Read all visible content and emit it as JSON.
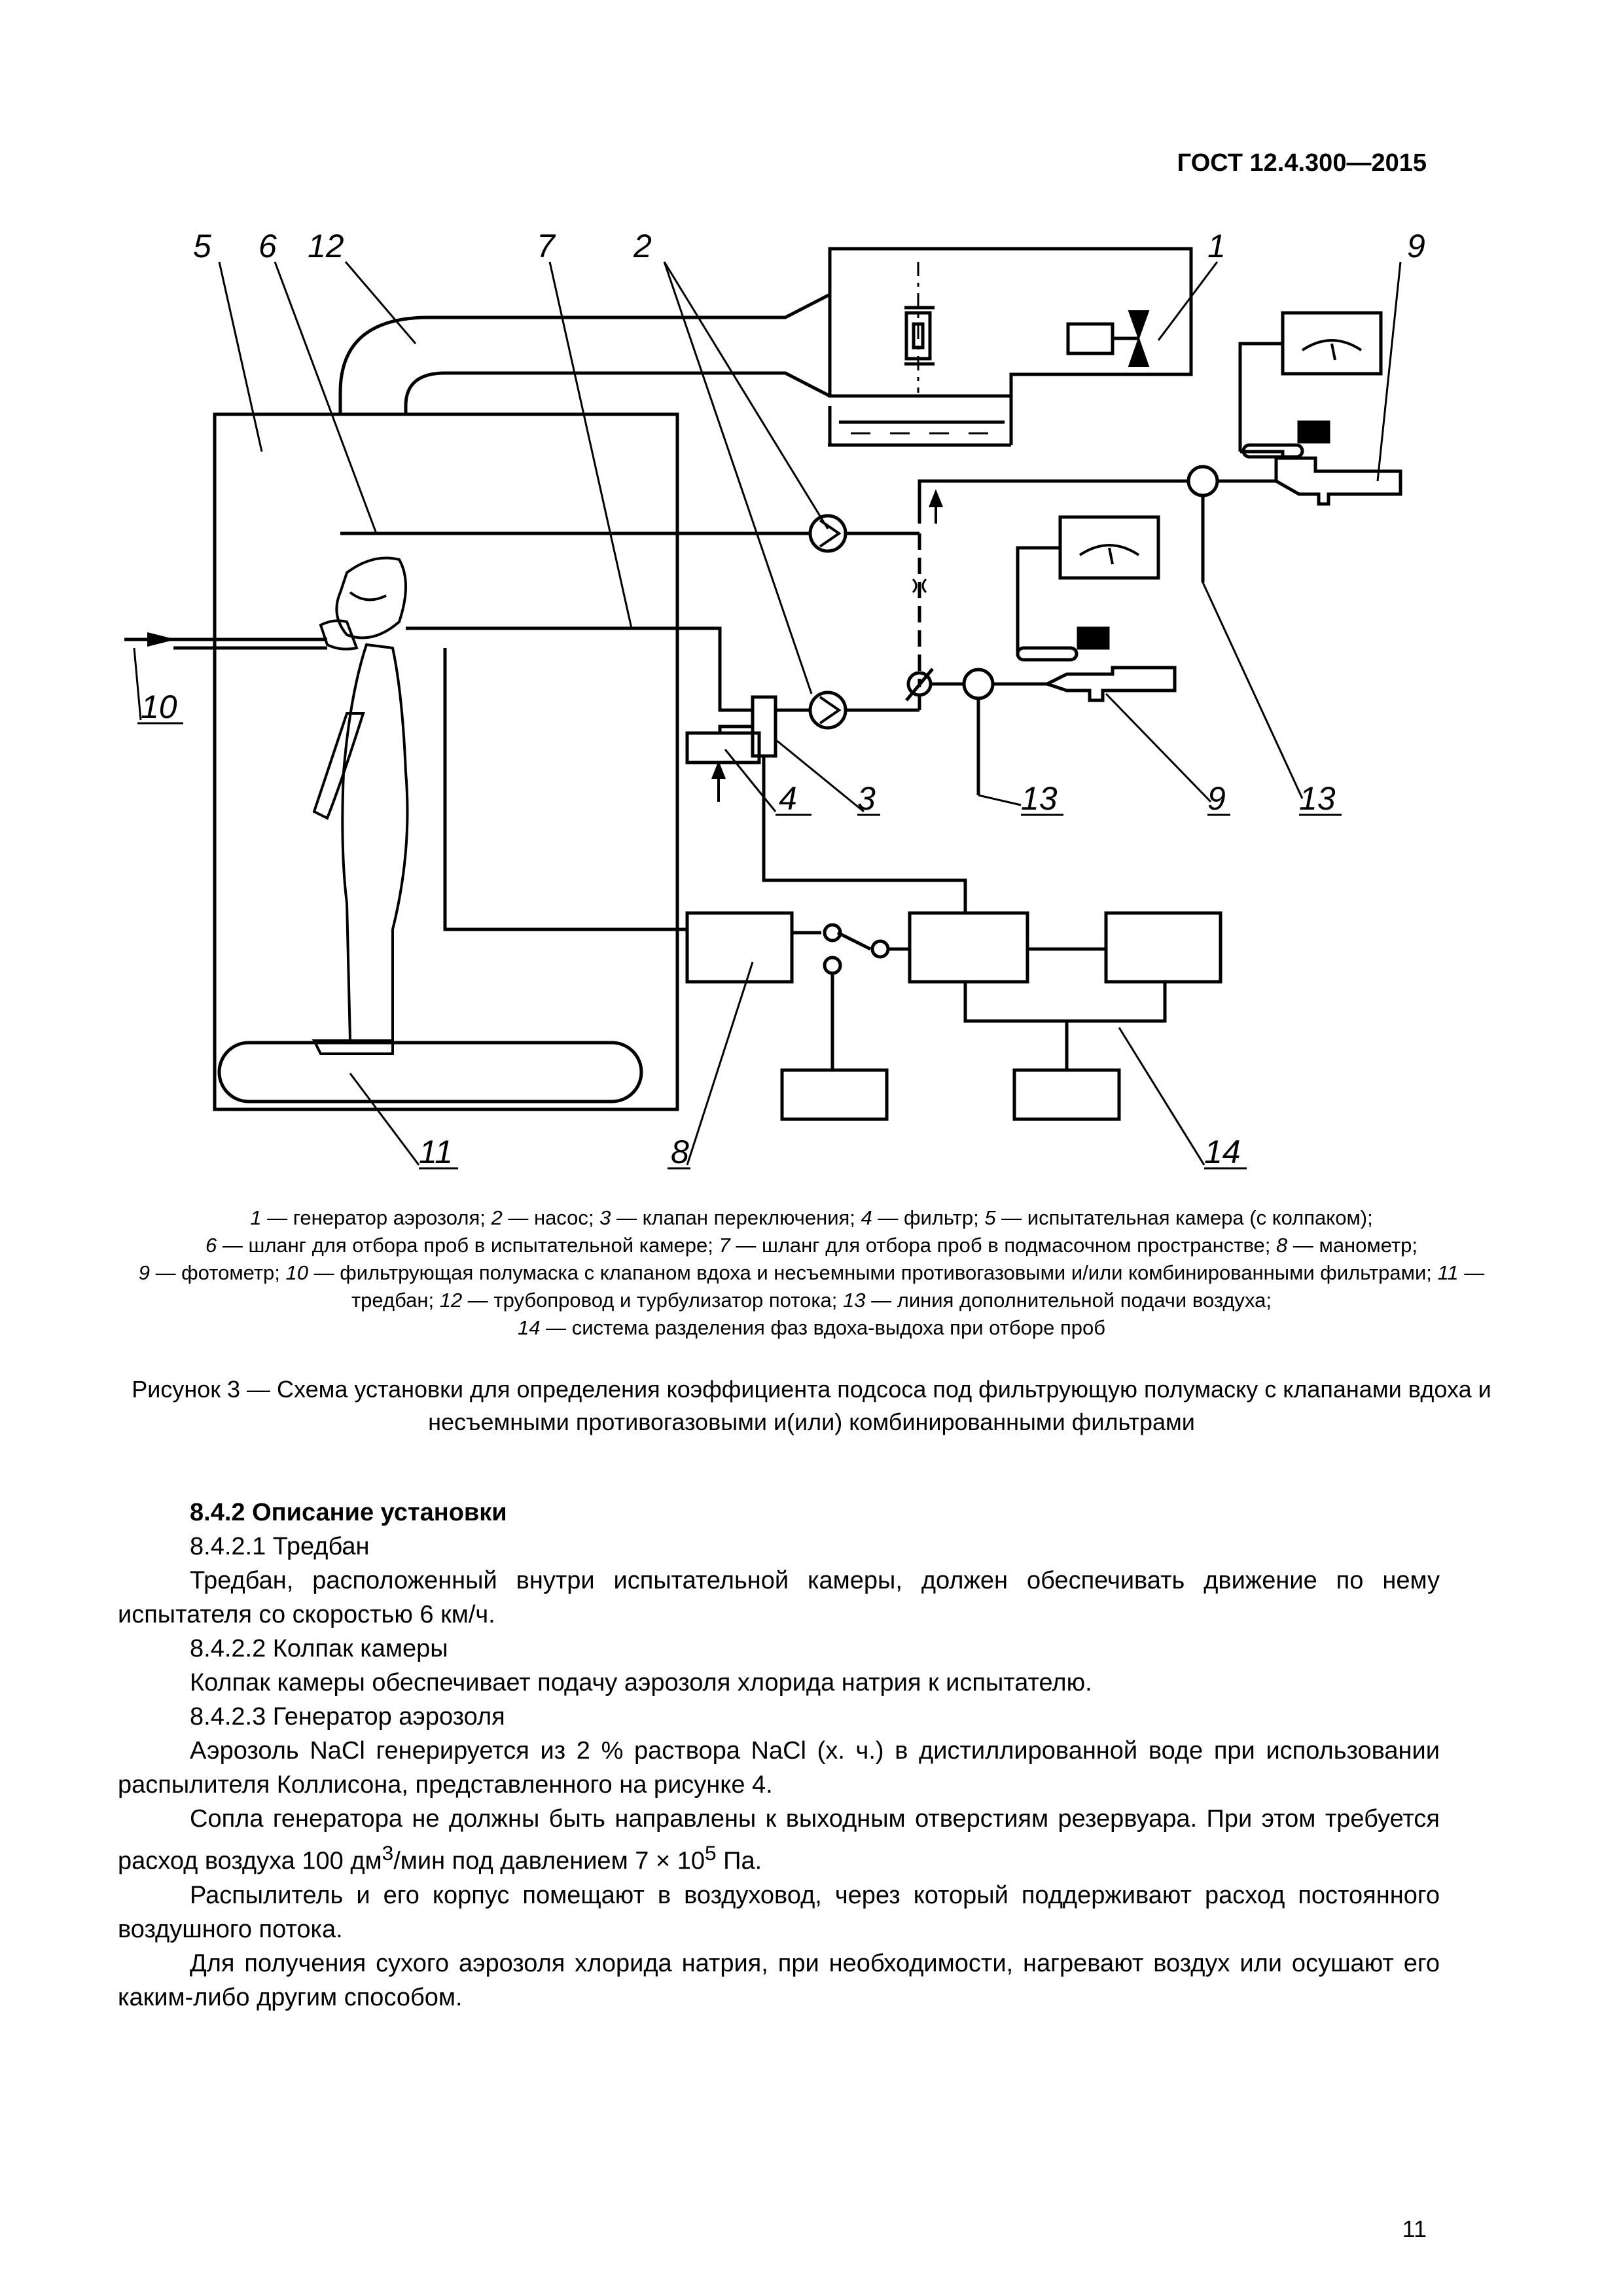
{
  "header": {
    "doc_code": "ГОСТ 12.4.300—2015"
  },
  "figure": {
    "labels": {
      "n1": "1",
      "n2": "2",
      "n3": "3",
      "n4": "4",
      "n5": "5",
      "n6": "6",
      "n7": "7",
      "n8": "8",
      "n9a": "9",
      "n9b": "9",
      "n10": "10",
      "n11": "11",
      "n12": "12",
      "n13a": "13",
      "n13b": "13",
      "n14": "14"
    },
    "legend": [
      {
        "num": "1",
        "text": " — генератор аэрозоля; "
      },
      {
        "num": "2",
        "text": " — насос; "
      },
      {
        "num": "3",
        "text": " — клапан переключения; "
      },
      {
        "num": "4",
        "text": " — фильтр; "
      },
      {
        "num": "5",
        "text": " — испытательная камера (с колпаком);"
      },
      {
        "num": "6",
        "text": " — шланг для отбора проб в испытательной камере; "
      },
      {
        "num": "7",
        "text": " — шланг для отбора проб в подмасочном пространстве; "
      },
      {
        "num": "8",
        "text": " — манометр;"
      },
      {
        "num": "9",
        "text": " — фотометр; "
      },
      {
        "num": "10",
        "text": " — фильтрующая полумаска с клапаном вдоха и несъемными противогазовыми и/или комбинированными фильтрами; "
      },
      {
        "num": "11",
        "text": " — тредбан; "
      },
      {
        "num": "12",
        "text": " — трубопровод и турбулизатор потока; "
      },
      {
        "num": "13",
        "text": " — линия дополнительной подачи воздуха;"
      },
      {
        "num": "14",
        "text": " — система разделения фаз вдоха-выдоха при отборе проб"
      }
    ],
    "caption": "Рисунок 3 — Схема установки для определения коэффициента подсоса под фильтрующую полумаску с клапанами вдоха и несъемными противогазовыми и(или) комбинированными фильтрами"
  },
  "body": {
    "section_title": "8.4.2 Описание установки",
    "s1_title": "8.4.2.1 Тредбан",
    "s1_text": "Тредбан, расположенный внутри испытательной камеры, должен обеспечивать движение по нему испытателя со скоростью 6 км/ч.",
    "s2_title": "8.4.2.2 Колпак камеры",
    "s2_text": "Колпак камеры обеспечивает подачу аэрозоля хлорида натрия к испытателю.",
    "s3_title": "8.4.2.3 Генератор аэрозоля",
    "s3_text1": "Аэрозоль NaCl генерируется из 2 % раствора NaCl (х. ч.) в дистиллированной воде при использовании распылителя Коллисона, представленного на рисунке 4.",
    "s3_text2_a": "Сопла генератора не должны быть направлены к выходным отверстиям резервуара. При этом требуется расход воздуха 100 дм",
    "s3_text2_sup1": "3",
    "s3_text2_b": "/мин под давлением 7 × 10",
    "s3_text2_sup2": "5",
    "s3_text2_c": " Па.",
    "s3_text3": "Распылитель и его корпус помещают в воздуховод, через который поддерживают расход постоянного воздушного потока.",
    "s3_text4": "Для получения сухого аэрозоля хлорида натрия, при необходимости, нагревают воздух или осушают его каким-либо другим способом."
  },
  "page_number": "11"
}
